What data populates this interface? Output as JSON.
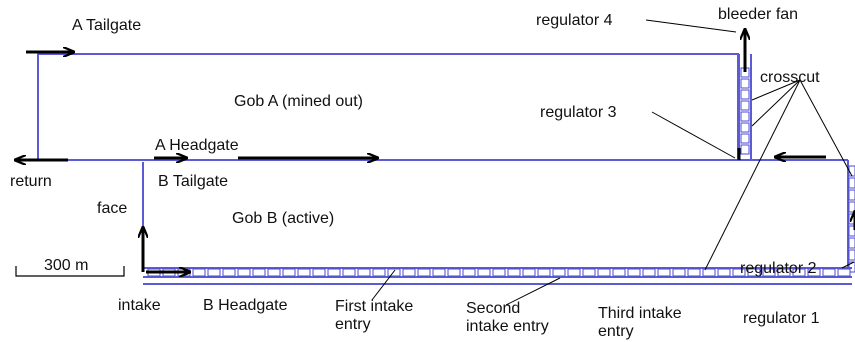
{
  "colors": {
    "entry_walls": "#5b5bd6",
    "pillar_blocks": "#4a4ad0",
    "airflow_arrows": "#000000",
    "text": "#111111"
  },
  "labels": {
    "a_tailgate": "A Tailgate",
    "regulator_4": "regulator 4",
    "bleeder_fan": "bleeder fan",
    "crosscut": "crosscut",
    "gob_a": "Gob A (mined out)",
    "regulator_3": "regulator 3",
    "a_headgate": "A Headgate",
    "return": "return",
    "b_tailgate": "B Tailgate",
    "face": "face",
    "gob_b": "Gob B  (active)",
    "regulator_2": "regulator 2",
    "scale_bar": "300 m",
    "intake": "intake",
    "b_headgate": "B Headgate",
    "first_intake_entry": [
      "First intake",
      "entry"
    ],
    "second_intake_entry": [
      "Second",
      "intake entry"
    ],
    "third_intake_entry": [
      "Third intake",
      "entry"
    ],
    "regulator_1": "regulator 1"
  },
  "icons": {
    "airflow": "arrow-icon",
    "regulators": "regulator-icon"
  }
}
